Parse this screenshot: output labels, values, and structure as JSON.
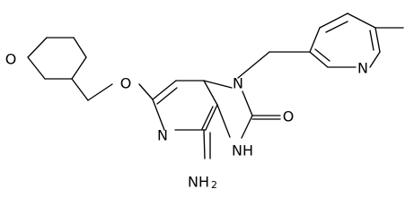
{
  "structure": {
    "atoms": {
      "pyran_oxygen": "O",
      "ether_oxygen": "O",
      "pyridine_nitrogen_bottom": "N",
      "ring_nitrogen_1": "N",
      "ring_nh": "NH",
      "carbonyl_oxygen": "O",
      "amino_group": "NH",
      "amino_subscript": "2",
      "methylpyridine_nitrogen": "N"
    },
    "colors": {
      "bond": "#000000",
      "label": "#000000",
      "background": "#ffffff"
    }
  }
}
